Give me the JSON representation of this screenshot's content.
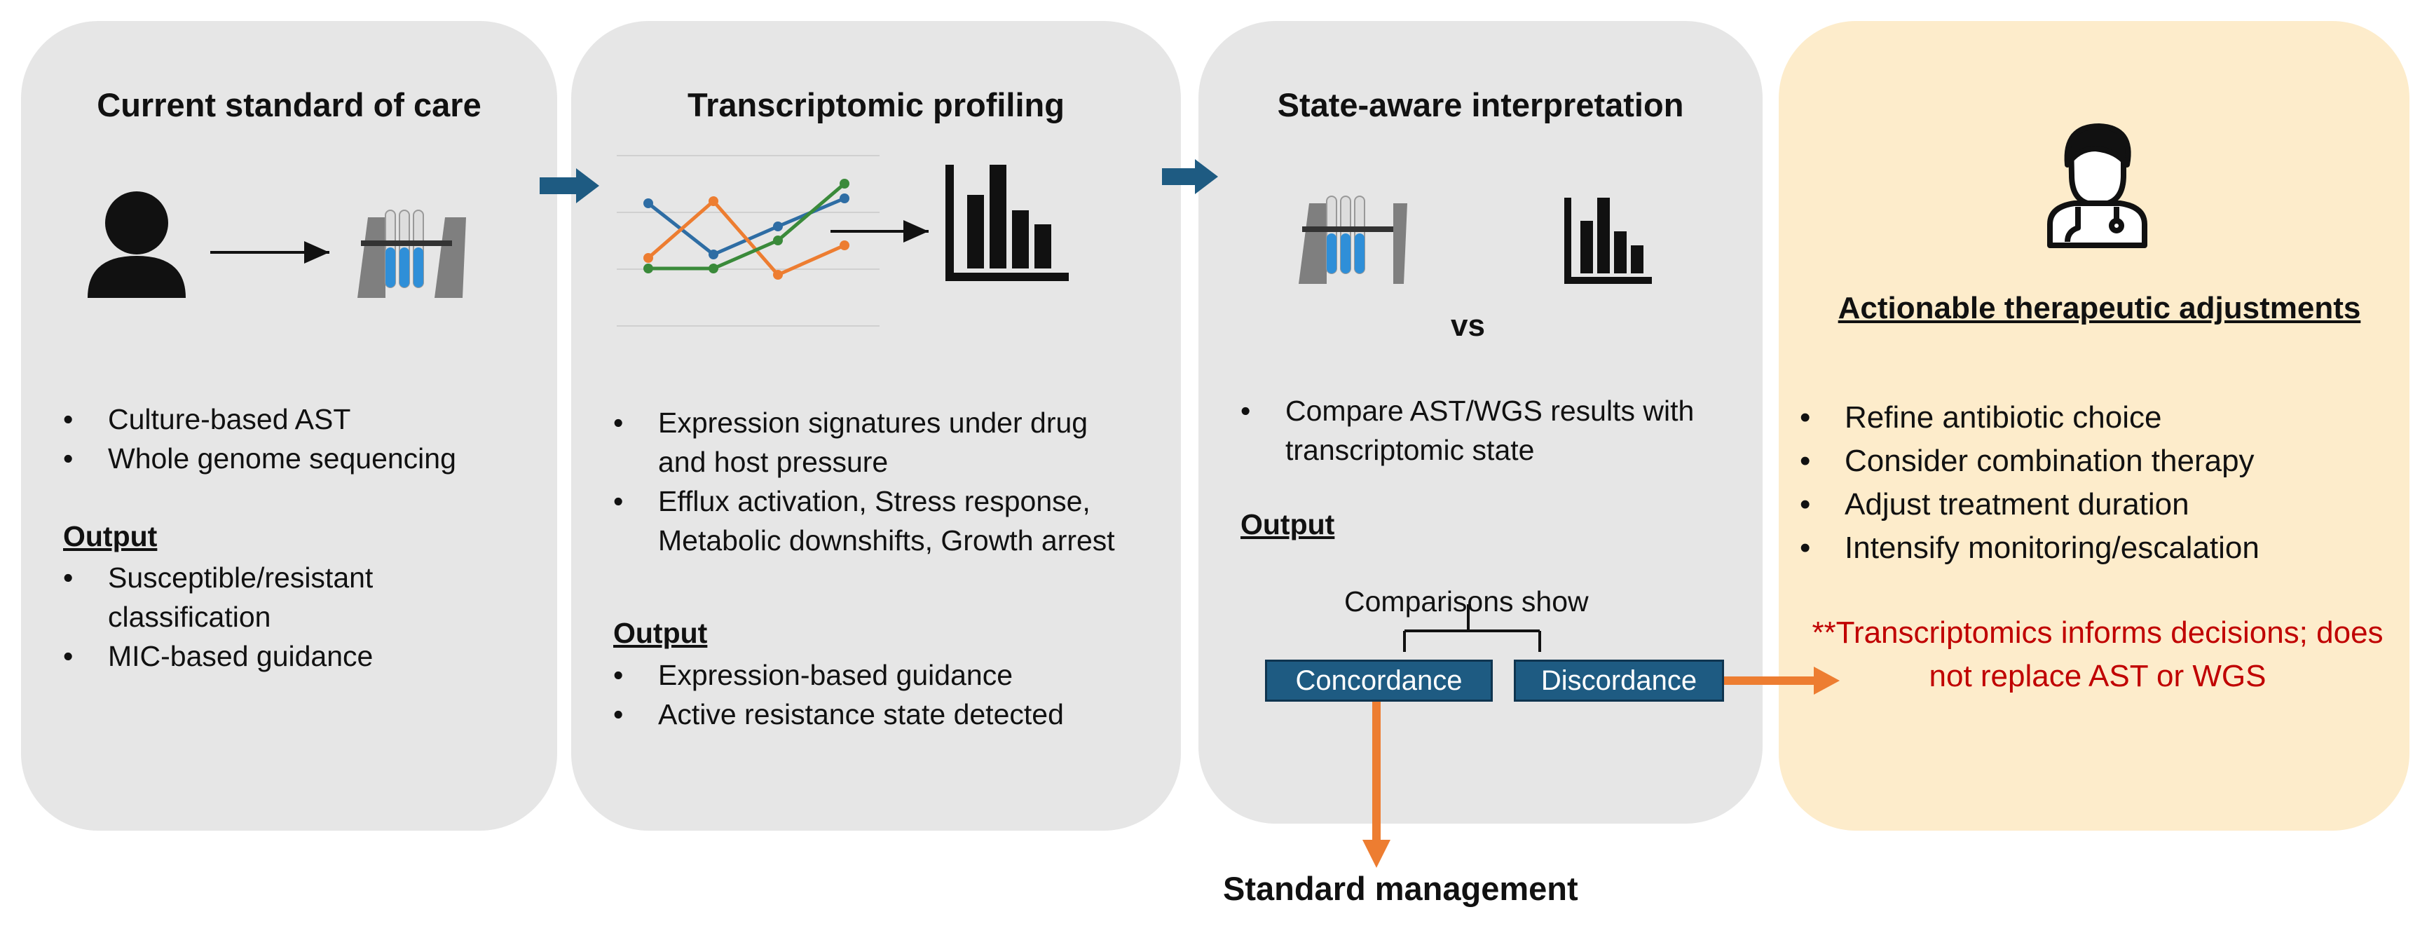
{
  "panels": [
    {
      "title": "Current standard of care",
      "bullets": [
        "Culture-based AST",
        "Whole genome sequencing"
      ],
      "output_label": "Output",
      "outputs": [
        "Susceptible/resistant classification",
        "MIC-based guidance"
      ]
    },
    {
      "title": "Transcriptomic profiling",
      "bullets": [
        "Expression signatures under drug and host pressure",
        "Efflux activation, Stress response, Metabolic downshifts, Growth arrest"
      ],
      "output_label": "Output",
      "outputs": [
        "Expression-based guidance",
        "Active resistance state detected"
      ]
    },
    {
      "title": "State-aware interpretation",
      "vs_label": "vs",
      "bullets": [
        "Compare AST/WGS results with transcriptomic state"
      ],
      "output_label": "Output",
      "comparisons_label": "Comparisons show",
      "concordance": "Concordance",
      "discordance": "Discordance"
    },
    {
      "title": "Actionable therapeutic adjustments",
      "bullets": [
        "Refine antibiotic choice",
        "Consider combination therapy",
        "Adjust treatment duration",
        "Intensify monitoring/escalation"
      ],
      "note": "**Transcriptomics informs decisions; does not replace AST or WGS"
    }
  ],
  "standard_management": "Standard management",
  "colors": {
    "panel_gray": "#e6e6e6",
    "panel_cream": "#fdeccb",
    "box_blue": "#1e5b82",
    "arrow_orange": "#ed7d31",
    "note_red": "#c00000",
    "line_blue": "#2e6da4",
    "line_orange": "#ed7d31",
    "line_green": "#3a8a3a"
  },
  "icons": [
    "person-icon",
    "test-tubes-icon",
    "line-chart-icon",
    "bar-chart-icon",
    "doctor-icon",
    "arrow-right-icon",
    "arrow-down-icon"
  ]
}
